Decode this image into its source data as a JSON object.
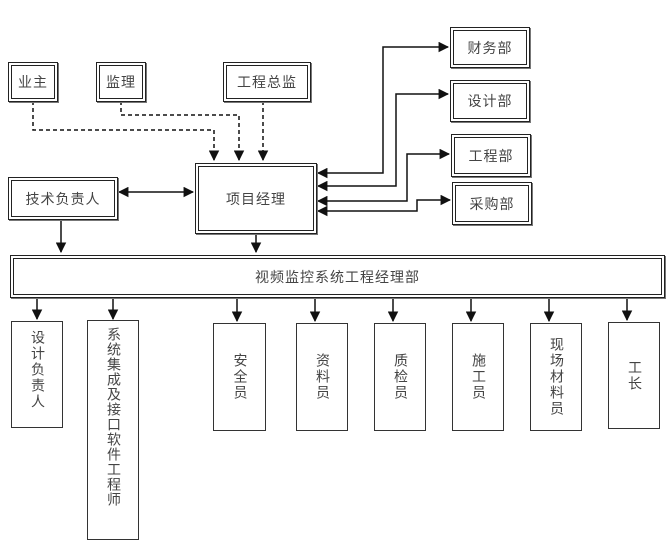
{
  "diagram": {
    "top_parties": [
      {
        "id": "owner",
        "label": "业主"
      },
      {
        "id": "supervisor",
        "label": "监理"
      },
      {
        "id": "chief-engineer",
        "label": "工程总监"
      }
    ],
    "project_manager": {
      "label": "项目经理"
    },
    "tech_lead": {
      "label": "技术负责人"
    },
    "departments": [
      {
        "id": "finance",
        "label": "财务部"
      },
      {
        "id": "design",
        "label": "设计部"
      },
      {
        "id": "engineering",
        "label": "工程部"
      },
      {
        "id": "procurement",
        "label": "采购部"
      }
    ],
    "department_office": {
      "label": "视频监控系统工程经理部"
    },
    "staff": [
      {
        "id": "design-lead",
        "label": "设计负责人"
      },
      {
        "id": "integration-engineer",
        "label": "系统集成及接口软件工程师"
      },
      {
        "id": "safety-officer",
        "label": "安全员"
      },
      {
        "id": "document-clerk",
        "label": "资料员"
      },
      {
        "id": "quality-inspector",
        "label": "质检员"
      },
      {
        "id": "construction-worker",
        "label": "施工员"
      },
      {
        "id": "site-material-clerk",
        "label": "现场材料员"
      },
      {
        "id": "foreman",
        "label": "工长"
      }
    ],
    "colors": {
      "line": "#111111",
      "border": "#222222",
      "text": "#444444",
      "background": "#ffffff"
    }
  }
}
